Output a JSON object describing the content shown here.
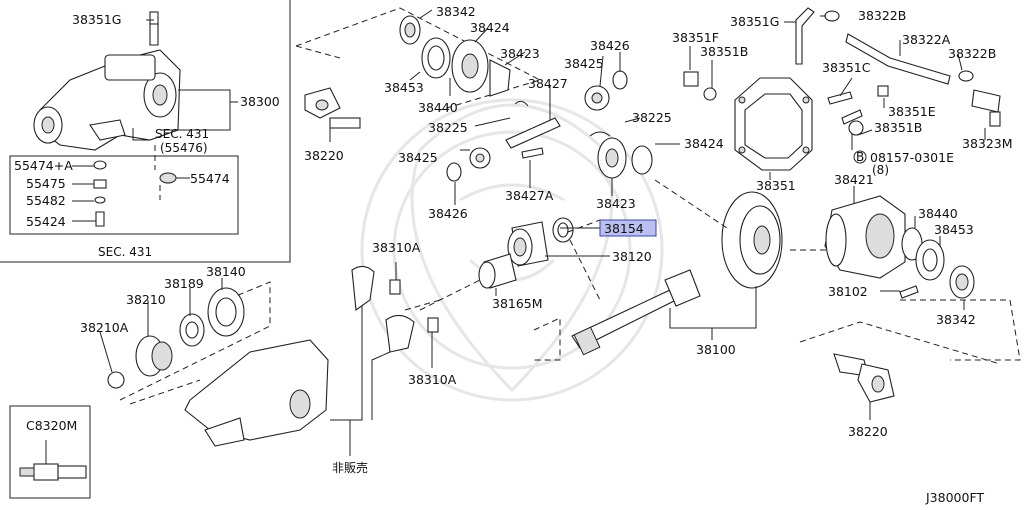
{
  "diagram_code": "J38000FT",
  "highlighted_part": "38154",
  "callouts": {
    "p38351G_a": "38351G",
    "p38300": "38300",
    "sec431_55476_a": "SEC. 431",
    "sec431_55476_b": "(55476)",
    "p55474A": "55474+A",
    "p55475": "55475",
    "p55474": "55474",
    "p55482": "55482",
    "p55424": "55424",
    "sec431": "SEC. 431",
    "p38342_a": "38342",
    "p38424_a": "38424",
    "p38423_a": "38423",
    "p38453_a": "38453",
    "p38440_a": "38440",
    "p38220_a": "38220",
    "p38225_a": "38225",
    "p38426_a": "38426",
    "p38425_a": "38425",
    "p38427": "38427",
    "p38425_b": "38425",
    "p38426_b": "38426",
    "p38427A": "38427A",
    "p38225_b": "38225",
    "p38424_b": "38424",
    "p38423_b": "38423",
    "p38154": "38154",
    "p38120": "38120",
    "p38165M": "38165M",
    "p38351F": "38351F",
    "p38351B_a": "38351B",
    "p38351G_b": "38351G",
    "p38322B_a": "38322B",
    "p38322A": "38322A",
    "p38322B_b": "38322B",
    "p38351C": "38351C",
    "p38351E": "38351E",
    "p38351B_b": "38351B",
    "p38323M": "38323M",
    "p08157": "08157-0301E",
    "p08157_qty": "(8)",
    "p38351": "38351",
    "p38421": "38421",
    "p38440_b": "38440",
    "p38453_b": "38453",
    "p38102": "38102",
    "p38342_b": "38342",
    "p38100": "38100",
    "p38220_b": "38220",
    "p38310A_a": "38310A",
    "p38310A_b": "38310A",
    "not_for_sale": "非販売",
    "p38140": "38140",
    "p38189": "38189",
    "p38210": "38210",
    "p38210A": "38210A",
    "pC8320M": "C8320M"
  },
  "circle_letter": "B"
}
